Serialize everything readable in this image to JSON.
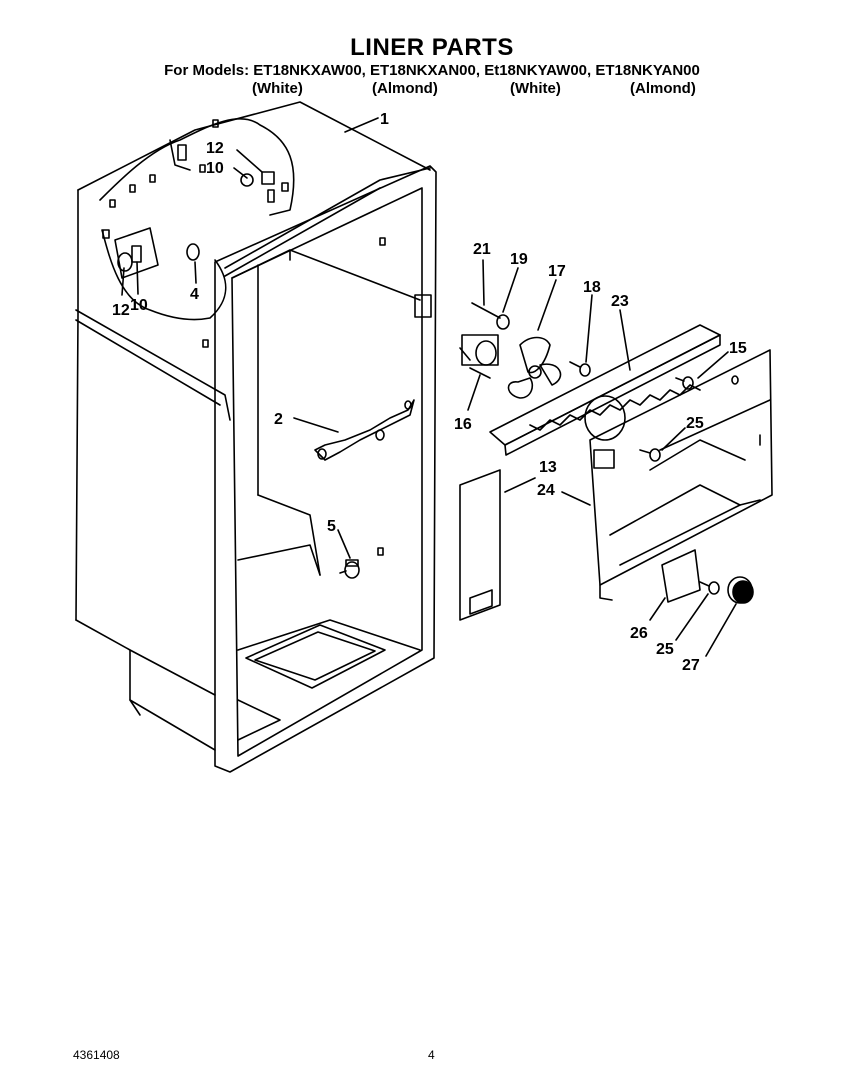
{
  "header": {
    "title": "LINER PARTS",
    "models_line": "For Models: ET18NKXAW00, ET18NKXAN00, Et18NKYAW00, ET18NKYAN00",
    "colors": [
      "(White)",
      "(Almond)",
      "(White)",
      "(Almond)"
    ]
  },
  "callouts": {
    "c1": "1",
    "c12a": "12",
    "c10a": "10",
    "c12b": "12",
    "c10b": "10",
    "c4": "4",
    "c2": "2",
    "c5": "5",
    "c21": "21",
    "c19": "19",
    "c17": "17",
    "c18": "18",
    "c23": "23",
    "c15": "15",
    "c16": "16",
    "c25a": "25",
    "c13": "13",
    "c24": "24",
    "c26": "26",
    "c25b": "25",
    "c27": "27"
  },
  "footer": {
    "doc_number": "4361408",
    "page_number": "4"
  }
}
